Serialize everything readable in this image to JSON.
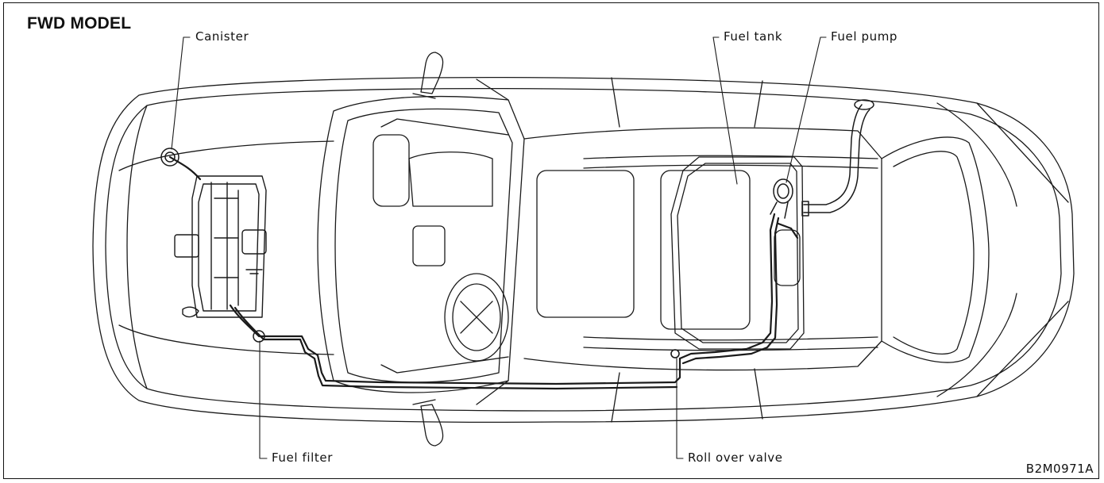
{
  "title": "FWD MODEL",
  "labels": {
    "canister": "Canister",
    "fuel_tank": "Fuel tank",
    "fuel_pump": "Fuel pump",
    "fuel_filter": "Fuel filter",
    "roll_over_valve": "Roll over valve"
  },
  "figure_id": "B2M0971A"
}
